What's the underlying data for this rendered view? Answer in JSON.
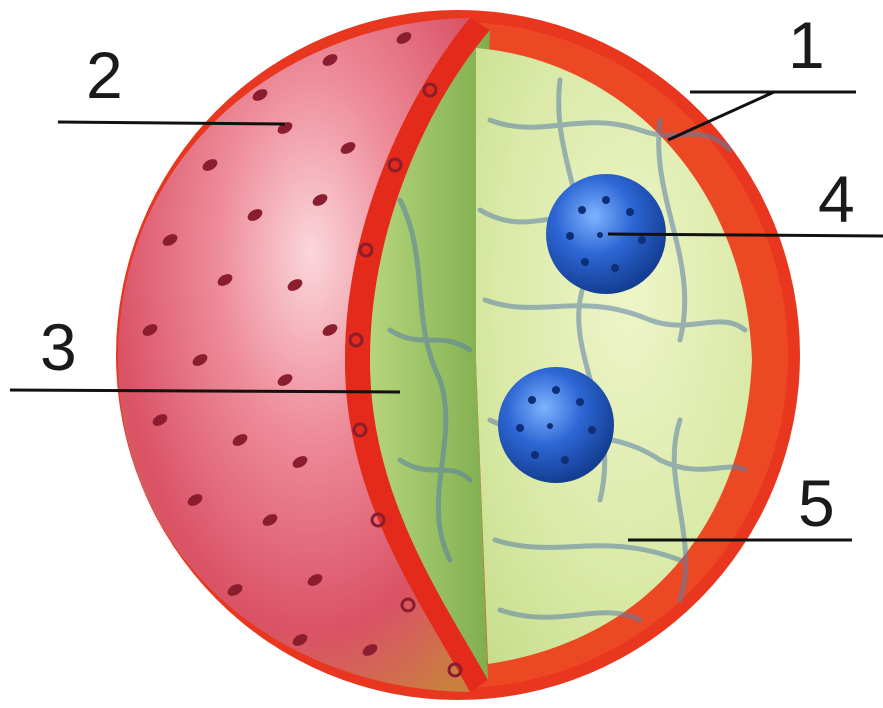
{
  "labels": {
    "one": "1",
    "two": "2",
    "three": "3",
    "four": "4",
    "five": "5"
  },
  "colors": {
    "outer_surface": "#e0566a",
    "membrane": "#e8321c",
    "cytoplasm": "#cfe39a",
    "cytoplasm_shadow": "#8fb85a",
    "network": "#5a7fa8",
    "organelle": "#2860c8",
    "leader_line": "#111111"
  }
}
